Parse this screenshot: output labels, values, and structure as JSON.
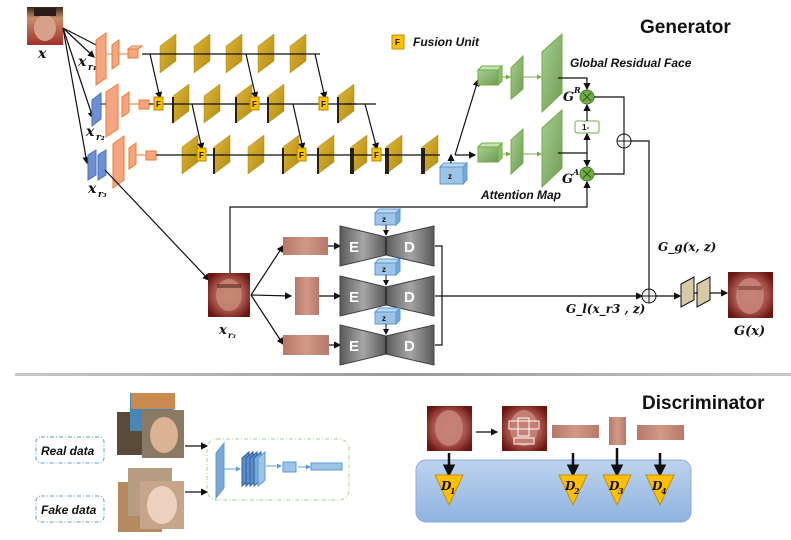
{
  "generator": {
    "title": "Generator",
    "legend": {
      "fusion_unit_symbol": "F",
      "fusion_unit_label": "Fusion Unit"
    },
    "inputs": {
      "x": "x",
      "x_r1": "x",
      "x_r1_sub": "r₁",
      "x_r2": "x",
      "x_r2_sub": "r₂",
      "x_r3": "x",
      "x_r3_sub": "r₃"
    },
    "global_residual_face_label": "Global Residual Face",
    "attention_map_label": "Attention Map",
    "g_r_label": "G",
    "g_r_sup": "R",
    "g_a_label": "G",
    "g_a_sup": "A",
    "one_minus_label": "1-",
    "z_label": "z",
    "encoder_label": "E",
    "decoder_label": "D",
    "local_input_label": "x",
    "local_input_sub": "r₃",
    "g_g_label": "G_g(x, z)",
    "g_l_label": "G_l(x_r3 , z)",
    "output_label": "G(x)",
    "colors": {
      "orange_layer": "#f4a582",
      "orange_edge": "#ed7d31",
      "blue_layer": "#6f8fcf",
      "gold_layer": "#c9a227",
      "fusion_fill": "#ffc000",
      "green_layer": "#8fbc6a",
      "green_edge": "#70ad47",
      "z_box": "#9dc3e6",
      "ed_gray": "#7f7f7f"
    }
  },
  "discriminator": {
    "title": "Discriminator",
    "real_data_label": "Real data",
    "fake_data_label": "Fake data",
    "heads": [
      {
        "label": "D",
        "sub": "1"
      },
      {
        "label": "D",
        "sub": "2"
      },
      {
        "label": "D",
        "sub": "3"
      },
      {
        "label": "D",
        "sub": "4"
      }
    ],
    "colors": {
      "panel": "#a9c4e8",
      "head": "#ffc000",
      "net_blue": "#7aa6d8"
    }
  }
}
